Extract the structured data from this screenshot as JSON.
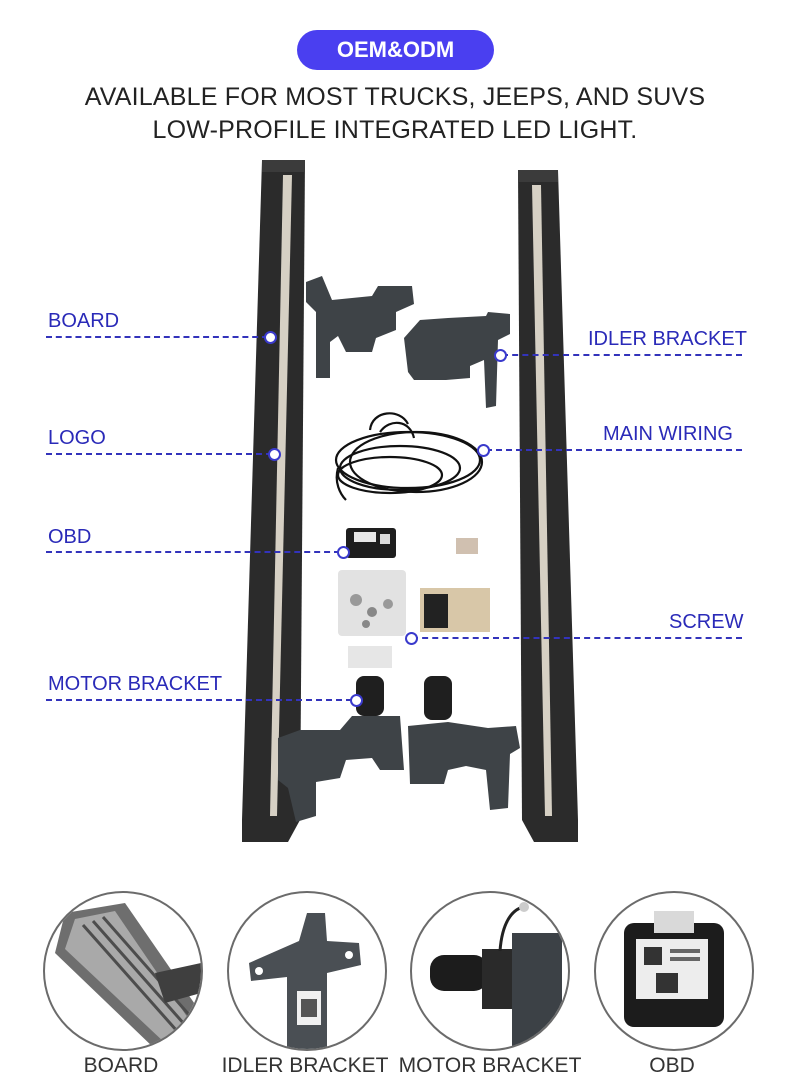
{
  "badge": "OEM&ODM",
  "headline": {
    "line1": "AVAILABLE FOR MOST TRUCKS, JEEPS, AND SUVS",
    "line2": "LOW-PROFILE INTEGRATED LED LIGHT."
  },
  "callouts": {
    "board": "BOARD",
    "logo": "LOGO",
    "obd": "OBD",
    "motor_bracket": "MOTOR BRACKET",
    "idler_bracket": "IDLER BRACKET",
    "main_wiring": "MAIN WIRING",
    "screw": "SCREW"
  },
  "details": [
    {
      "caption": "BOARD"
    },
    {
      "caption": "IDLER BRACKET"
    },
    {
      "caption": "MOTOR BRACKET"
    },
    {
      "caption": "OBD"
    }
  ],
  "colors": {
    "accent": "#4a3ff0",
    "callout_text": "#2a2ab8",
    "board": "#2b2b2b"
  }
}
